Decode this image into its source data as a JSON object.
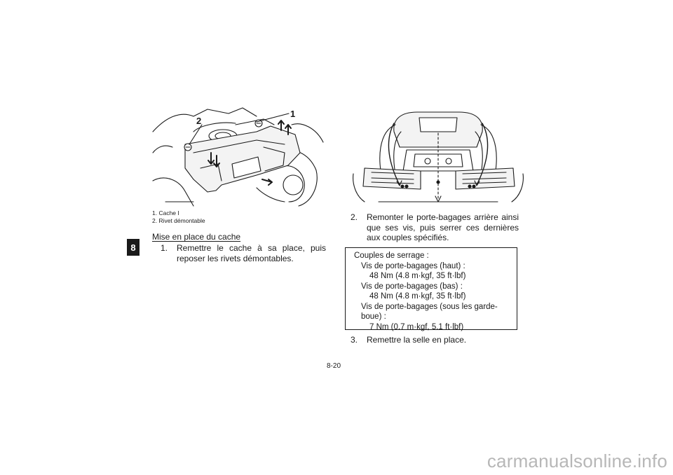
{
  "chapter_tab": "8",
  "figure_left": {
    "callouts": [
      "1",
      "2"
    ],
    "legend": [
      "1. Cache I",
      "2. Rivet démontable"
    ]
  },
  "section_title": "Mise en place du cache",
  "steps": [
    {
      "num": "1.",
      "text": "Remettre le cache à sa place, puis reposer les rivets démontables."
    },
    {
      "num": "2.",
      "text": "Remonter le porte-bagages arrière ainsi que ses vis, puis serrer ces dernières aux couples spécifiés."
    },
    {
      "num": "3.",
      "text": "Remettre la selle en place."
    }
  ],
  "spec_box": {
    "heading": "Couples de serrage :",
    "lines": [
      "Vis de porte-bagages (haut) :",
      "48 Nm (4.8 m·kgf, 35 ft·lbf)",
      "Vis de porte-bagages (bas) :",
      "48 Nm (4.8 m·kgf, 35 ft·lbf)",
      "Vis de porte-bagages (sous les garde-",
      "boue) :",
      "7 Nm (0.7 m·kgf, 5.1 ft·lbf)"
    ]
  },
  "page_number": "8-20",
  "watermark": "carmanualsonline.info"
}
